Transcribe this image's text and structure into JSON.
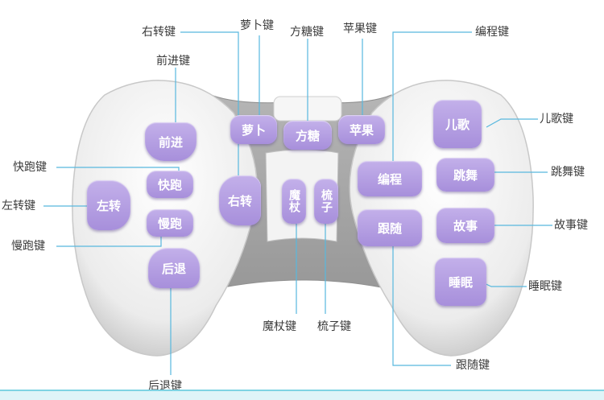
{
  "buttons": {
    "forward": "前进",
    "fast_run": "快跑",
    "left_turn": "左转",
    "slow_run": "慢跑",
    "back": "后退",
    "right_turn": "右转",
    "radish": "萝卜",
    "sugar_cube": "方糖",
    "apple": "苹果",
    "magic_wand": "魔杖",
    "comb": "梳子",
    "program": "编程",
    "follow": "跟随",
    "children_song": "儿歌",
    "dance": "跳舞",
    "story": "故事",
    "sleep": "睡眠"
  },
  "labels": {
    "right_turn_key": "右转键",
    "radish_key": "萝卜键",
    "sugar_cube_key": "方糖键",
    "apple_key": "苹果键",
    "program_key": "编程键",
    "forward_key": "前进键",
    "children_song_key": "儿歌键",
    "fast_run_key": "快跑键",
    "dance_key": "跳舞键",
    "left_turn_key": "左转键",
    "story_key": "故事键",
    "slow_run_key": "慢跑键",
    "sleep_key": "睡眠键",
    "magic_wand_key": "魔杖键",
    "comb_key": "梳子键",
    "follow_key": "跟随键",
    "back_key": "后退键"
  },
  "colors": {
    "button": "#b49ee2",
    "leader_line": "#58b8de",
    "body_shell": "#f2f2f2",
    "center_panel": "#a9a9a9"
  }
}
